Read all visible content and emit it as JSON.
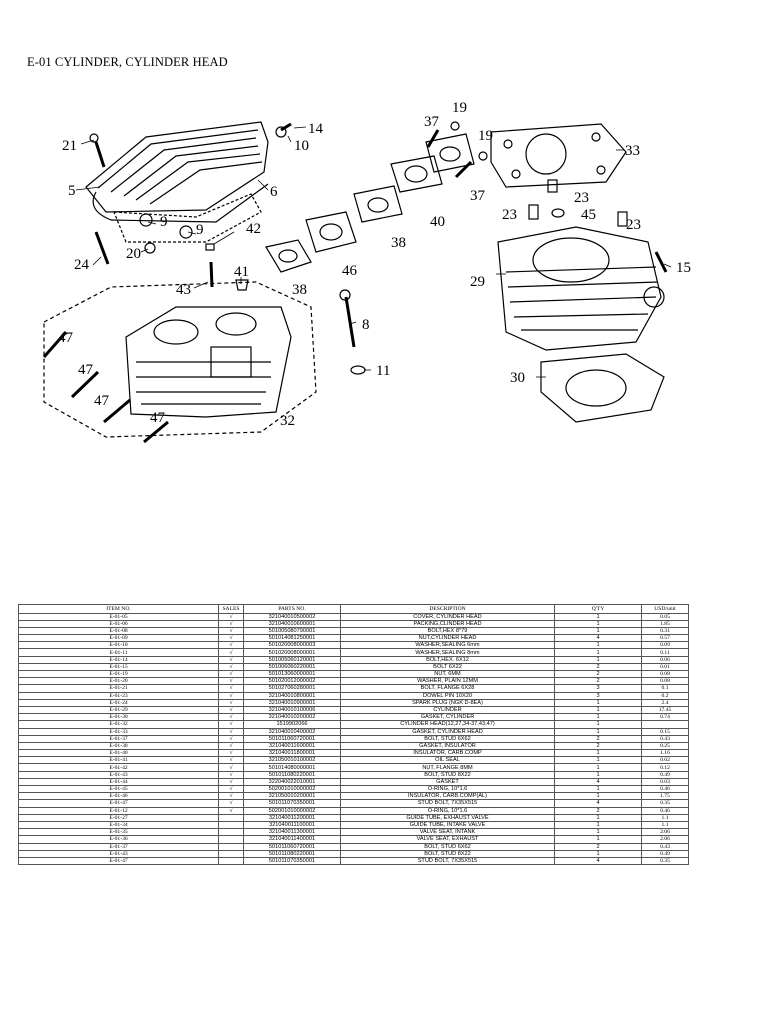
{
  "page": {
    "title": "E-01 CYLINDER, CYLINDER HEAD"
  },
  "diagram": {
    "callouts": [
      "21",
      "14",
      "10",
      "5",
      "6",
      "9",
      "9",
      "42",
      "20",
      "24",
      "43",
      "41",
      "47",
      "47",
      "47",
      "47",
      "32",
      "8",
      "11",
      "19",
      "37",
      "19",
      "33",
      "37",
      "40",
      "23",
      "23",
      "45",
      "23",
      "38",
      "46",
      "38",
      "29",
      "15",
      "30"
    ]
  },
  "table": {
    "headers": [
      "ITEM NO.",
      "SALES",
      "PARTS NO.",
      "DESCRIPTION",
      "Q'TY",
      "USD/unit"
    ],
    "rows": [
      [
        "E-01-05",
        "√",
        "321040010500002",
        "COVER, CYLINDER HEAD",
        "1",
        "0.05"
      ],
      [
        "E-01-06",
        "√",
        "321040010600001",
        "PACKING,CLINDER HEAD",
        "1",
        "1.85"
      ],
      [
        "E-01-08",
        "√",
        "501005080790001",
        "BOLT,HEX 8*79",
        "1",
        "0.31"
      ],
      [
        "E-01-09",
        "√",
        "501014081250001",
        "NUT,CYLINDER HEAD",
        "4",
        "0.57"
      ],
      [
        "E-01-10",
        "√",
        "501020008000003",
        "WASHER,SEALING 6mm",
        "1",
        "0.09"
      ],
      [
        "E-01-11",
        "√",
        "501020008000001",
        "WASHER,SEALING 8mm",
        "1",
        "0.11"
      ],
      [
        "E-01-14",
        "√",
        "501005060120001",
        "BOLT,HEX. 6X12",
        "1",
        "0.06"
      ],
      [
        "E-01-15",
        "√",
        "501006060220001",
        "BOLT 6X22",
        "2",
        "0.01"
      ],
      [
        "E-01-19",
        "√",
        "501013060000001",
        "NUT, 6MM",
        "2",
        "0.08"
      ],
      [
        "E-01-20",
        "√",
        "501020012000002",
        "WASHER, PLAIN 12MM",
        "2",
        "0.08"
      ],
      [
        "E-01-21",
        "√",
        "501027060280001",
        "BOLT, FLANGE 6X28",
        "3",
        "0.1"
      ],
      [
        "E-01-23",
        "√",
        "321040010800001",
        "DOWEL PIN 10X20",
        "3",
        "0.2"
      ],
      [
        "E-01-24",
        "√",
        "321040010900001",
        "SPARK PLUG (NGK D-8EA)",
        "1",
        "2.4"
      ],
      [
        "E-01-29",
        "√",
        "321040010100006",
        "CYLINDER",
        "1",
        "17.45"
      ],
      [
        "E-01-30",
        "√",
        "321040010200002",
        "GASKET, CYLINDER",
        "1",
        "0.74"
      ],
      [
        "E-01-32",
        "√",
        "1519902066",
        "CYLINDER HEAD(12,27,34-37,43,47)",
        "1",
        ""
      ],
      [
        "E-01-33",
        "√",
        "321040010400002",
        "GASKET, CYLINDER HEAD",
        "1",
        "0.15"
      ],
      [
        "E-01-37",
        "√",
        "501011060720001",
        "BOLT, STUD 6X62",
        "2",
        "0.43"
      ],
      [
        "E-01-38",
        "√",
        "321040011600001",
        "GASKET, INSULATOR",
        "2",
        "0.25"
      ],
      [
        "E-01-40",
        "√",
        "321040011800001",
        "INSULATOR, CARB.COMP",
        "1",
        "1.16"
      ],
      [
        "E-01-41",
        "√",
        "321050010100002",
        "OIL SEAL",
        "1",
        "0.62"
      ],
      [
        "E-01-42",
        "√",
        "501014080000001",
        "NUT, FLANGE 8MM",
        "1",
        "0.12"
      ],
      [
        "E-01-43",
        "√",
        "501011080220001",
        "BOLT, STUD 8X22",
        "1",
        "0.49"
      ],
      [
        "E-01-44",
        "√",
        "322040022010001",
        "GASKET",
        "4",
        "0.03"
      ],
      [
        "E-01-45",
        "√",
        "502001010000002",
        "O-RING, 10*1.6",
        "1",
        "0.46"
      ],
      [
        "E-01-46",
        "√",
        "321050010200001",
        "INSULATOR, CARB.COMP(AL)",
        "1",
        "1.75"
      ],
      [
        "E-01-47",
        "√",
        "501011070350001",
        "STUD BOLT, 7X35X515",
        "4",
        "0.35"
      ],
      [
        "E-01-12",
        "√",
        "502001010000002",
        "O-RING, 10*1.6",
        "2",
        "0.46"
      ],
      [
        "E-01-27",
        "",
        "321040011200001",
        "GUIDE TUBE, EXHAUST VALVE",
        "1",
        "1.1"
      ],
      [
        "E-01-34",
        "",
        "321040011100001",
        "GUIDE TUBE, INTAKE VALVE",
        "1",
        "1.1"
      ],
      [
        "E-01-35",
        "",
        "321040011300001",
        "VALVE SEAT, INTANK",
        "1",
        "2.06"
      ],
      [
        "E-01-36",
        "",
        "321040011400001",
        "VALVE SEAT, EXHAUST",
        "1",
        "2.06"
      ],
      [
        "E-01-37",
        "",
        "501011060720001",
        "BOLT, STUD 6X62",
        "2",
        "0.43"
      ],
      [
        "E-01-43",
        "",
        "501011080220001",
        "BOLT, STUD 8X22",
        "1",
        "0.49"
      ],
      [
        "E-01-47",
        "",
        "501011070350001",
        "STUD BOLT, 7X35X515",
        "4",
        "0.35"
      ]
    ]
  }
}
